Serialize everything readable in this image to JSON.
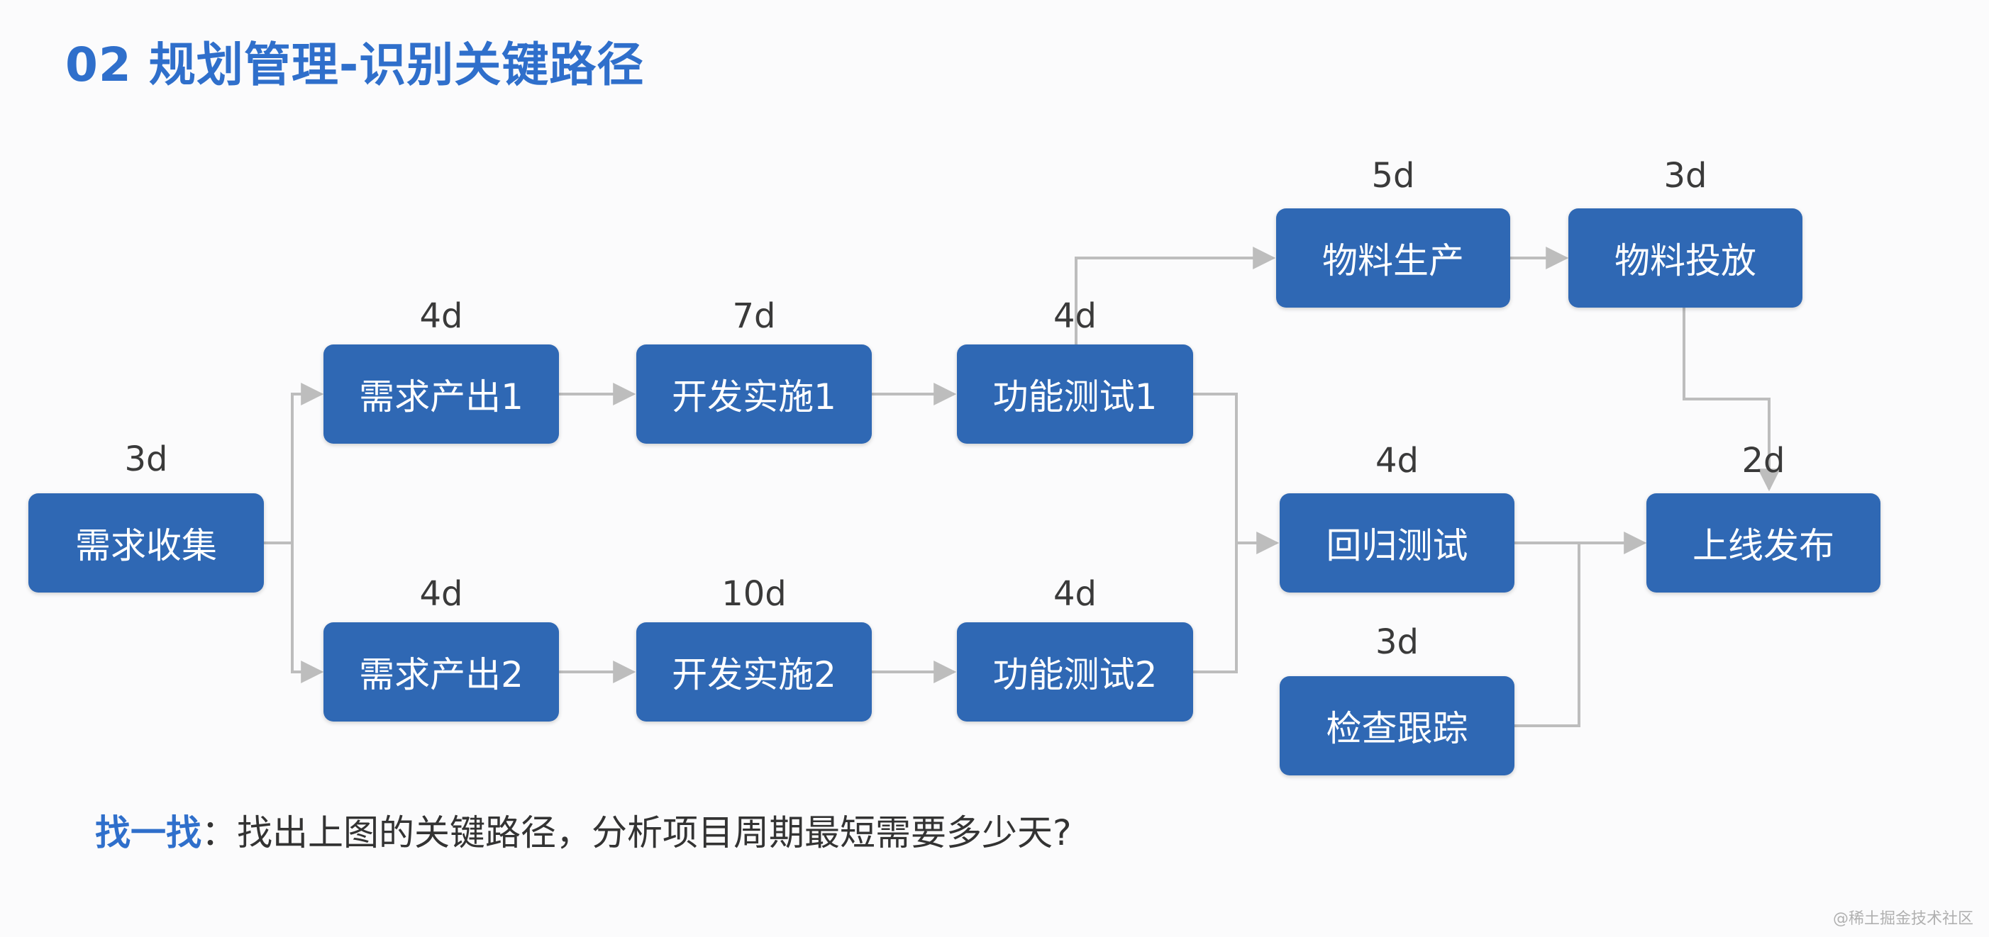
{
  "title": "02 规划管理-识别关键路径",
  "nodes": {
    "collect": {
      "label": "需求收集",
      "duration": "3d"
    },
    "req1": {
      "label": "需求产出1",
      "duration": "4d"
    },
    "dev1": {
      "label": "开发实施1",
      "duration": "7d"
    },
    "test1": {
      "label": "功能测试1",
      "duration": "4d"
    },
    "req2": {
      "label": "需求产出2",
      "duration": "4d"
    },
    "dev2": {
      "label": "开发实施2",
      "duration": "10d"
    },
    "test2": {
      "label": "功能测试2",
      "duration": "4d"
    },
    "produce": {
      "label": "物料生产",
      "duration": "5d"
    },
    "deliver": {
      "label": "物料投放",
      "duration": "3d"
    },
    "regress": {
      "label": "回归测试",
      "duration": "4d"
    },
    "track": {
      "label": "检查跟踪",
      "duration": "3d"
    },
    "release": {
      "label": "上线发布",
      "duration": "2d"
    }
  },
  "question": {
    "label": "找一找",
    "separator": "：",
    "text": "找出上图的关键路径，分析项目周期最短需要多少天?"
  },
  "watermark": "@稀土掘金技术社区",
  "colors": {
    "node_fill": "#2f68b4",
    "title": "#2f6fcb",
    "edge": "#bdbdbd"
  }
}
